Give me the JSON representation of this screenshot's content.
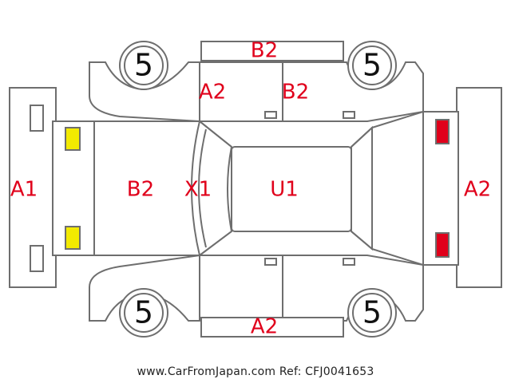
{
  "colors": {
    "outline": "#6e6e6e",
    "damage_code": "#e0001b",
    "front_lamp": "#f3ea00",
    "rear_lamp": "#e0001b"
  },
  "codes": {
    "top_rocker": "B2",
    "front_door_left": "A2",
    "rear_door_left": "B2",
    "front_bumper": "A1",
    "hood": "B2",
    "windshield": "X1",
    "roof": "U1",
    "rear_bumper": "A2",
    "bottom_rocker": "A2"
  },
  "wheels": {
    "top_front": "5",
    "top_rear": "5",
    "bottom_front": "5",
    "bottom_rear": "5"
  },
  "footer": {
    "text": "www.CarFromJapan.com Ref: CFJ0041653"
  }
}
